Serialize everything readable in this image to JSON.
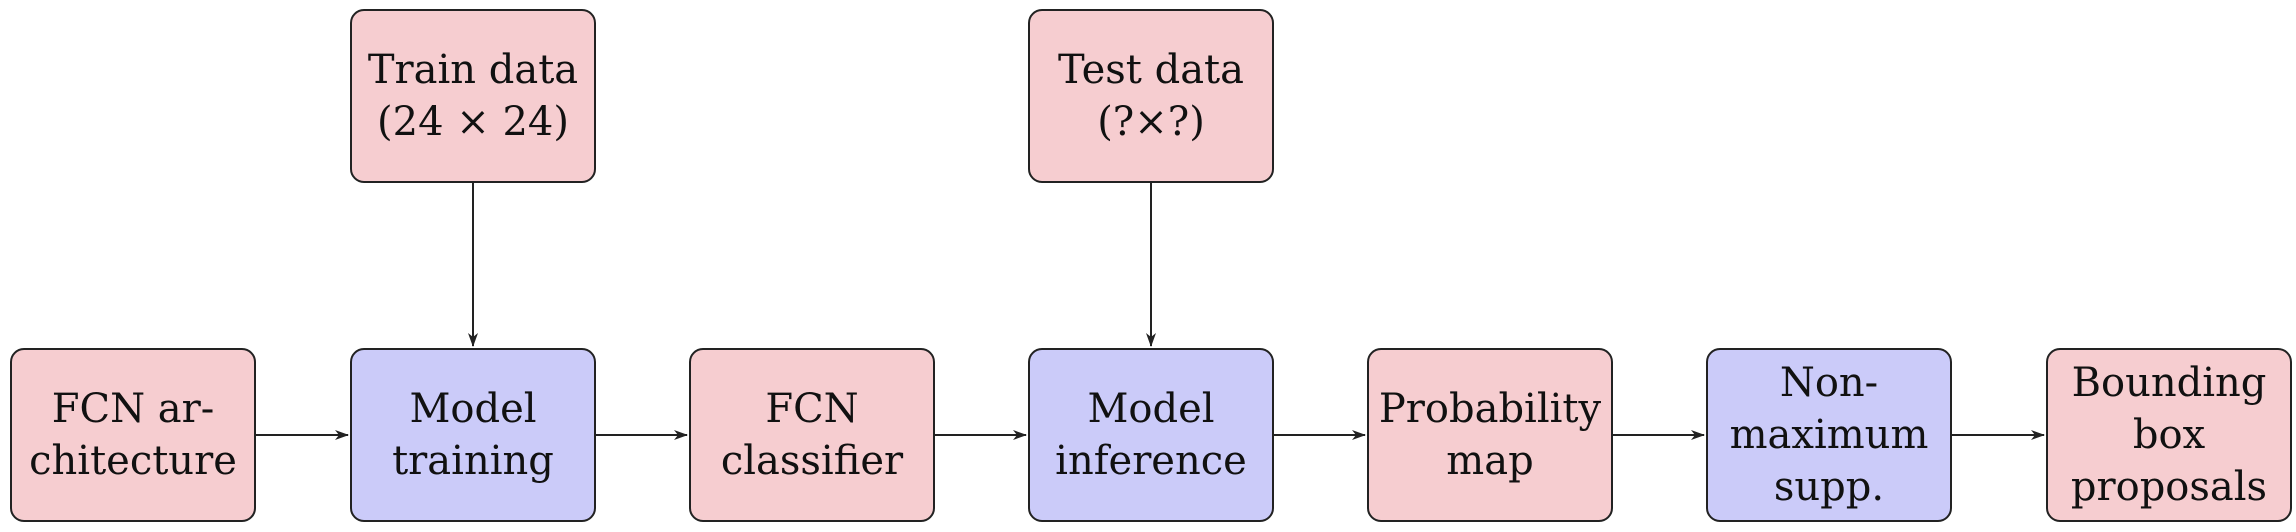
{
  "nodes": {
    "train_data": {
      "lines": [
        "Train data",
        "(24 × 24)"
      ],
      "color": "#f6cdd0"
    },
    "test_data": {
      "lines": [
        "Test data",
        "(?×?)"
      ],
      "color": "#f6cdd0"
    },
    "fcn_architecture": {
      "lines": [
        "FCN ar-",
        "chitecture"
      ],
      "color": "#f6cdd0"
    },
    "model_training": {
      "lines": [
        "Model",
        "training"
      ],
      "color": "#cbcbf9"
    },
    "fcn_classifier": {
      "lines": [
        "FCN",
        "classifier"
      ],
      "color": "#f6cdd0"
    },
    "model_inference": {
      "lines": [
        "Model",
        "inference"
      ],
      "color": "#cbcbf9"
    },
    "probability_map": {
      "lines": [
        "Probability",
        "map"
      ],
      "color": "#f6cdd0"
    },
    "non_maximum_supp": {
      "lines": [
        "Non-",
        "maximum",
        "supp."
      ],
      "color": "#cbcbf9"
    },
    "bounding_box_proposals": {
      "lines": [
        "Bounding",
        "box",
        "proposals"
      ],
      "color": "#f6cdd0"
    }
  },
  "edges": [
    {
      "from": "train_data",
      "to": "model_training"
    },
    {
      "from": "test_data",
      "to": "model_inference"
    },
    {
      "from": "fcn_architecture",
      "to": "model_training"
    },
    {
      "from": "model_training",
      "to": "fcn_classifier"
    },
    {
      "from": "fcn_classifier",
      "to": "model_inference"
    },
    {
      "from": "model_inference",
      "to": "probability_map"
    },
    {
      "from": "probability_map",
      "to": "non_maximum_supp"
    },
    {
      "from": "non_maximum_supp",
      "to": "bounding_box_proposals"
    }
  ]
}
